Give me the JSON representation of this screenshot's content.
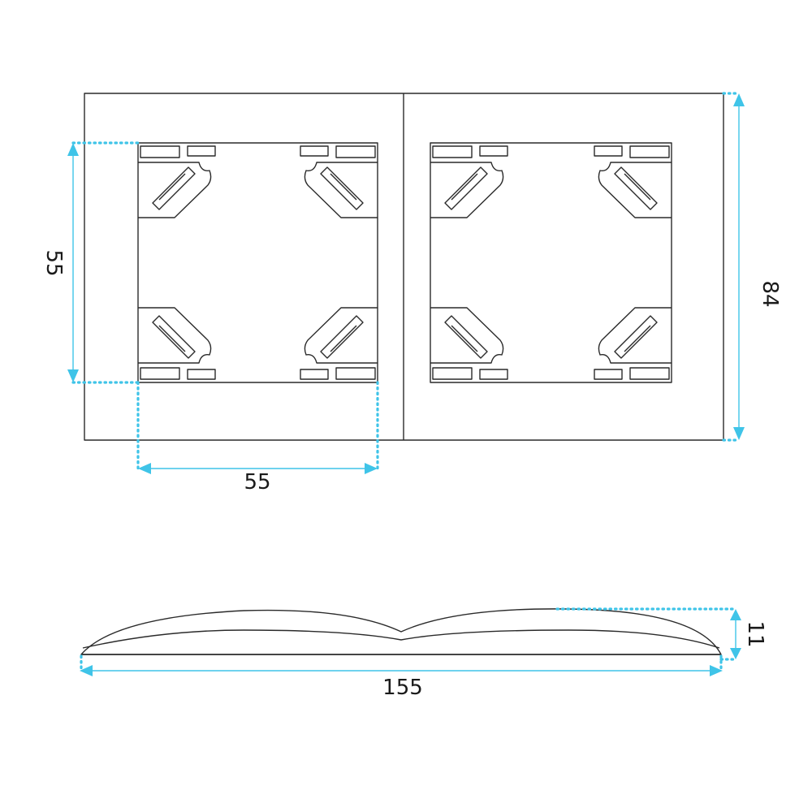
{
  "colors": {
    "dimension": "#3fc4e8",
    "outline": "#2a2a2a",
    "background": "#ffffff"
  },
  "dimensions": {
    "inner_height": "55",
    "inner_width": "55",
    "outer_height": "84",
    "total_length": "155",
    "depth": "11"
  }
}
